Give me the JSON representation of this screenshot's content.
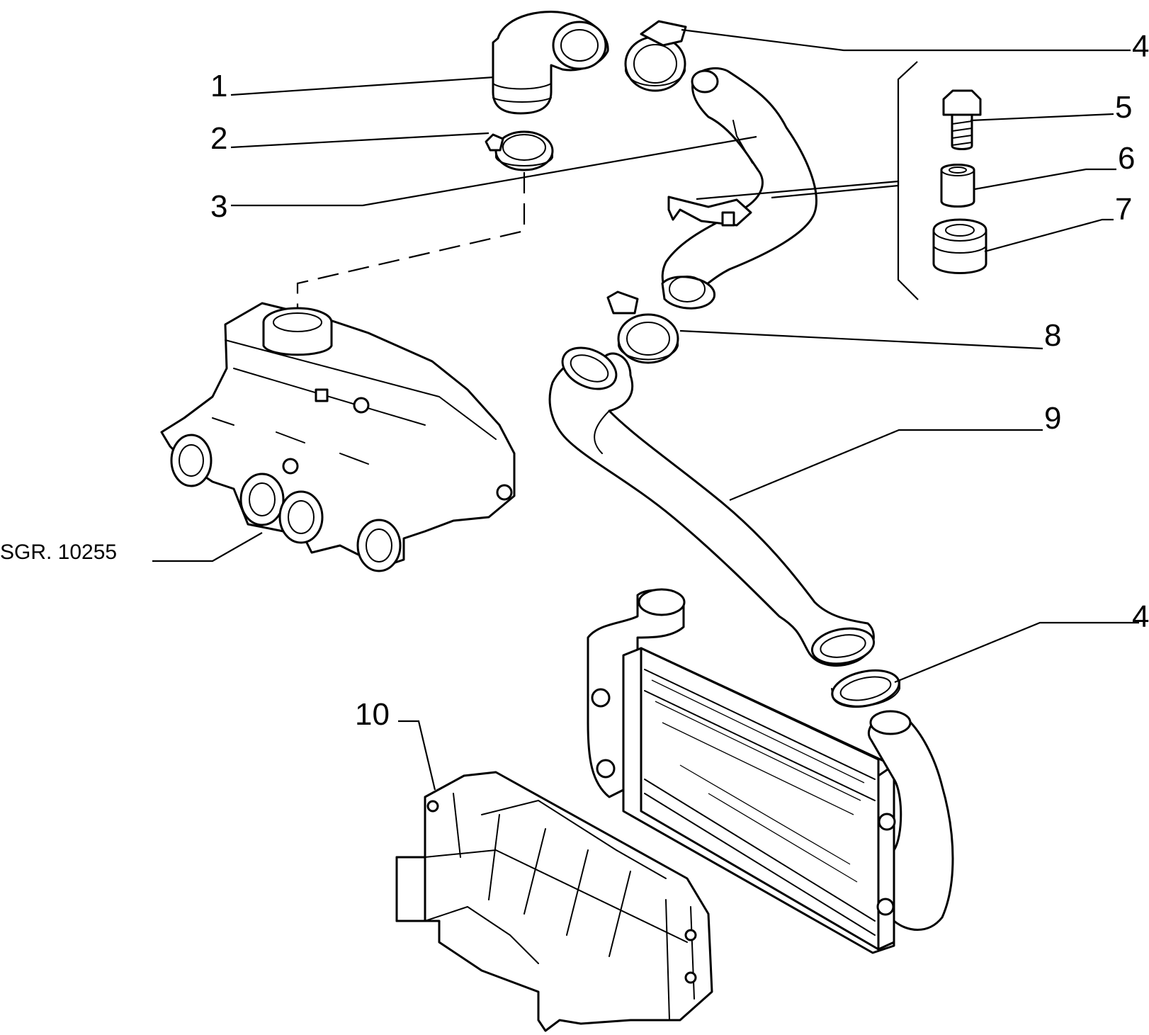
{
  "callouts": {
    "c1": "1",
    "c2": "2",
    "c3": "3",
    "c4_top": "4",
    "c5": "5",
    "c6": "6",
    "c7": "7",
    "c8": "8",
    "c9": "9",
    "c4_bottom": "4",
    "c10": "10"
  },
  "reference_label": "SGR. 10255",
  "colors": {
    "line": "#000000",
    "background": "#ffffff"
  }
}
